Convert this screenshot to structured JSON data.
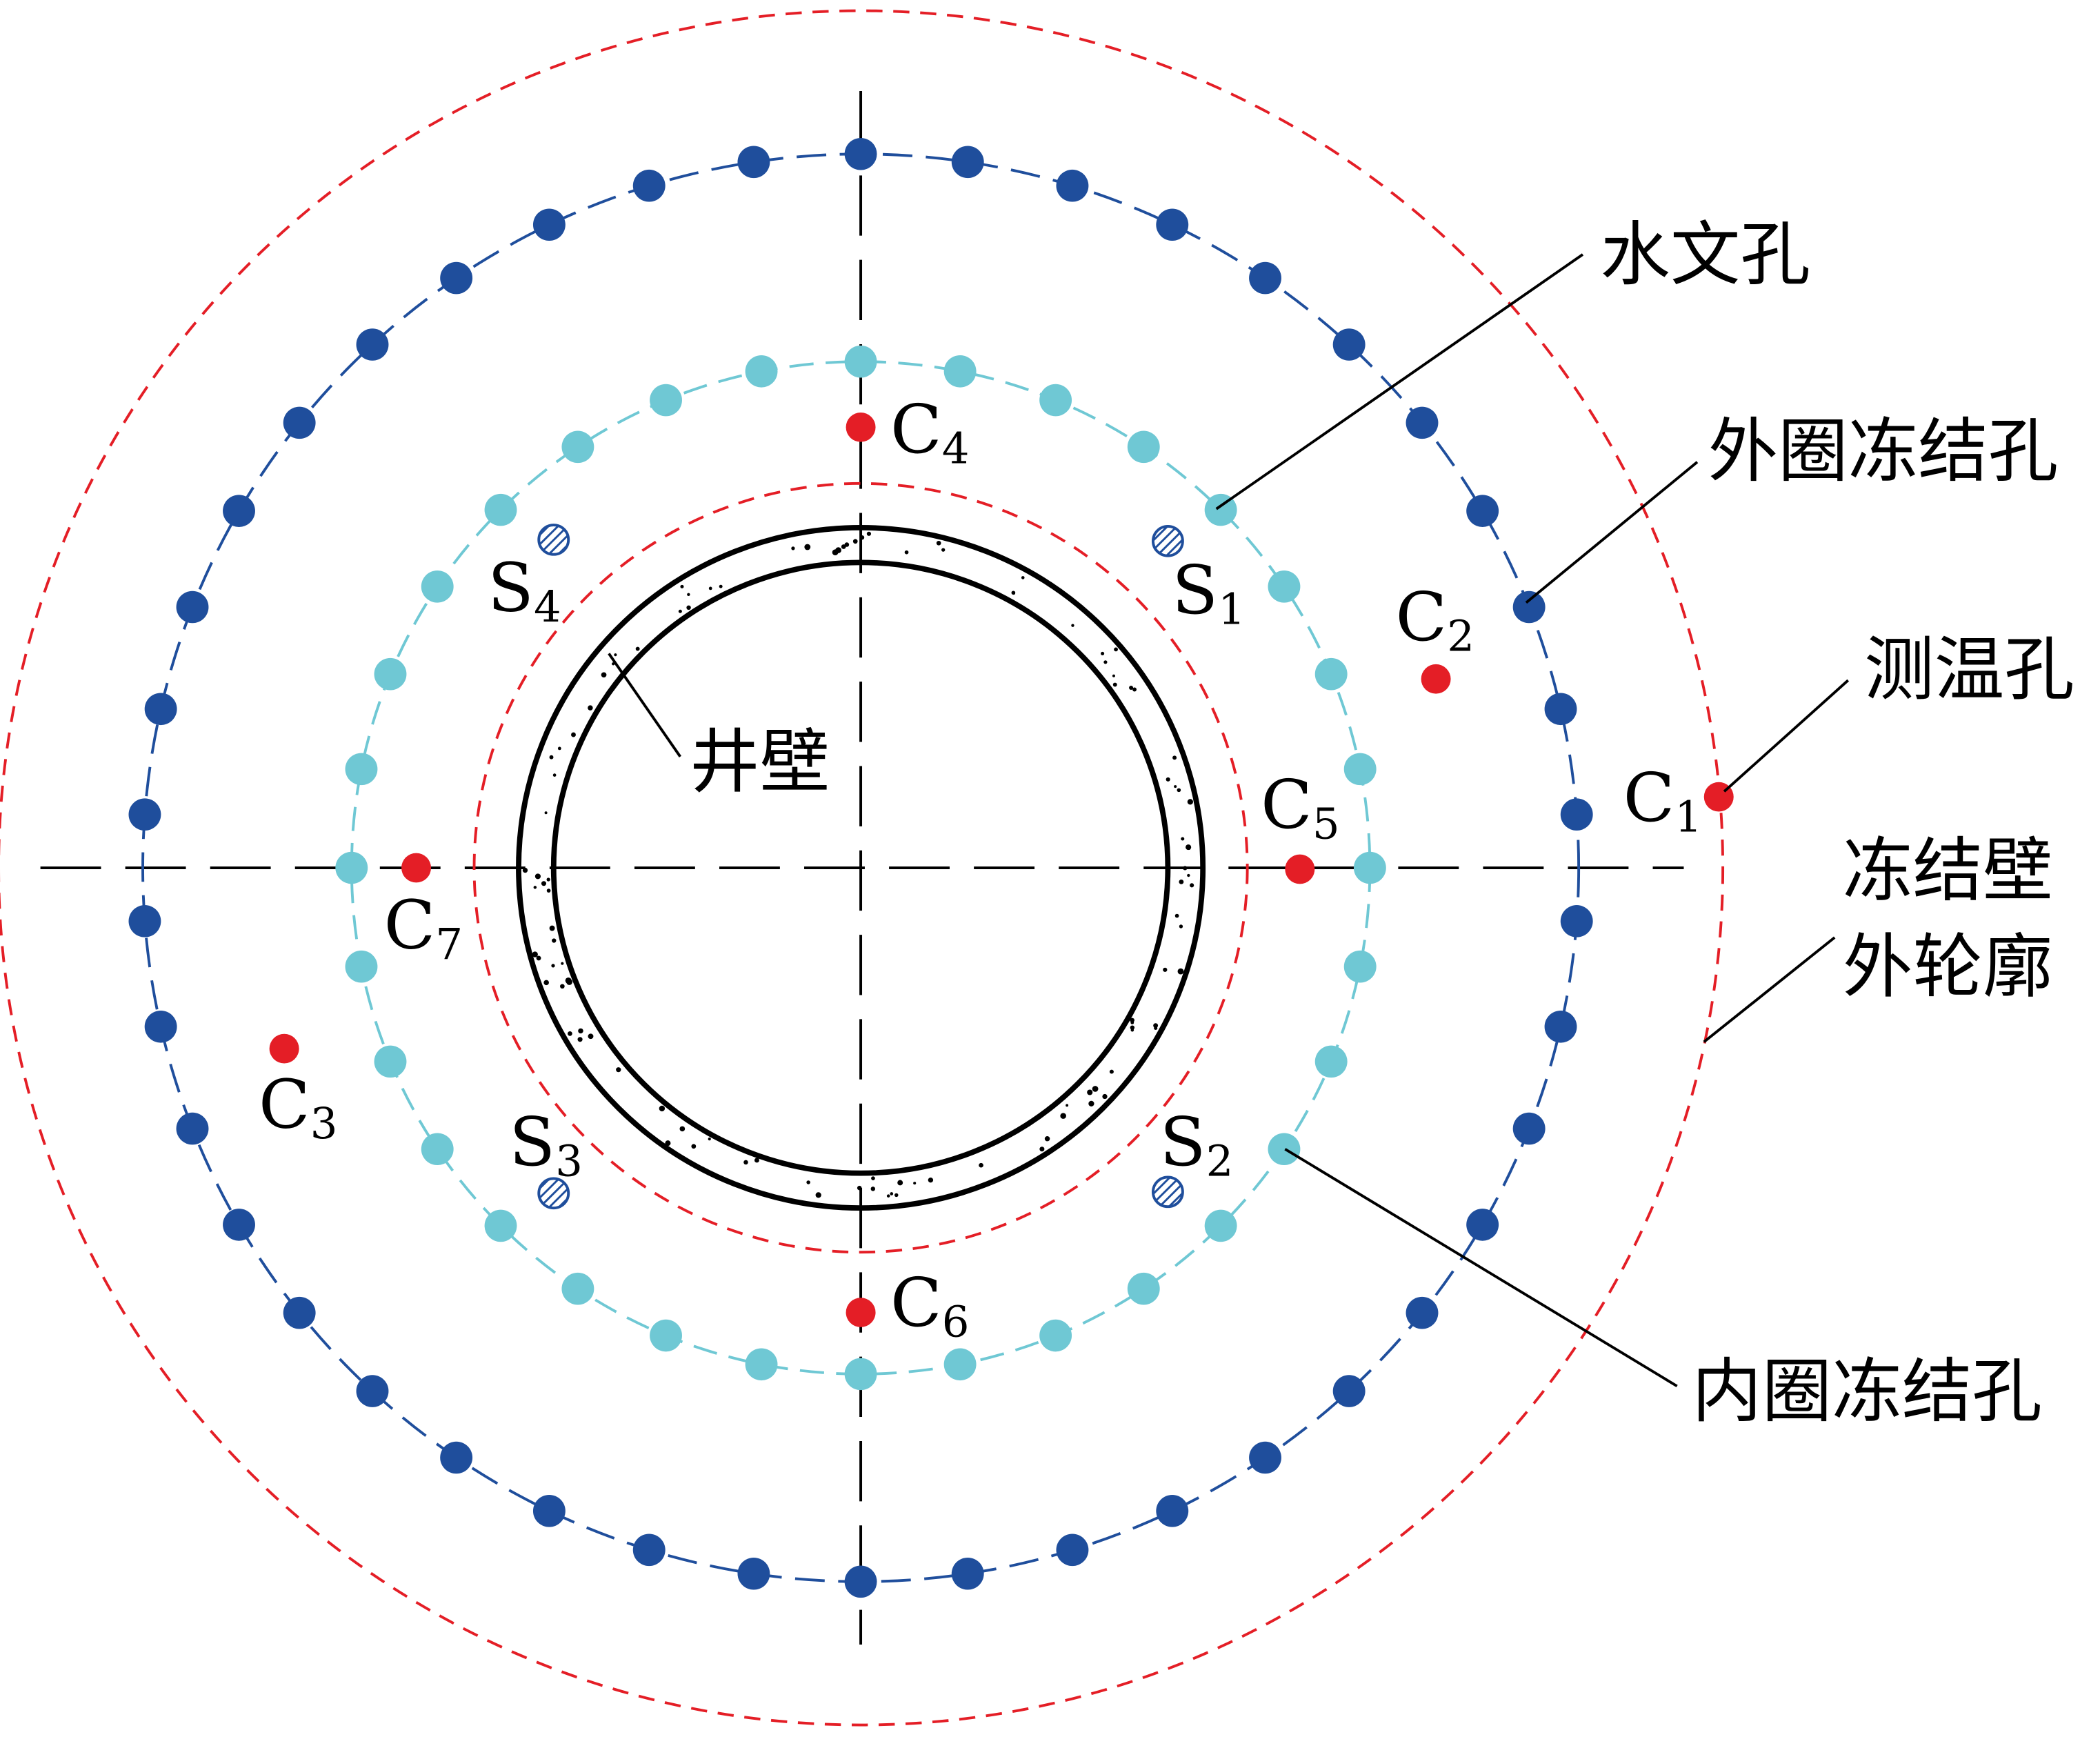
{
  "colors": {
    "outer_holes": "#1f4e9c",
    "inner_holes": "#6fc8d4",
    "temp_holes": "#e41e26",
    "contour": "#e41e26",
    "hydro": "#1f4e9c"
  },
  "outer_ring": {
    "hole_count": 42
  },
  "inner_ring": {
    "hole_count": 32
  },
  "temp_holes": [
    {
      "letter": "C",
      "sub": "1"
    },
    {
      "letter": "C",
      "sub": "2"
    },
    {
      "letter": "C",
      "sub": "3"
    },
    {
      "letter": "C",
      "sub": "4"
    },
    {
      "letter": "C",
      "sub": "5"
    },
    {
      "letter": "C",
      "sub": "6"
    },
    {
      "letter": "C",
      "sub": "7"
    }
  ],
  "hydro_holes": [
    {
      "letter": "S",
      "sub": "1"
    },
    {
      "letter": "S",
      "sub": "2"
    },
    {
      "letter": "S",
      "sub": "3"
    },
    {
      "letter": "S",
      "sub": "4"
    }
  ],
  "callouts": {
    "hydro_hole": "水文孔",
    "outer_freeze_hole": "外圈冻结孔",
    "temp_hole": "测温孔",
    "frozen_wall_line1": "冻结壁",
    "frozen_wall_line2": "外轮廓",
    "inner_freeze_hole": "内圈冻结孔",
    "shaft_wall": "井壁"
  }
}
